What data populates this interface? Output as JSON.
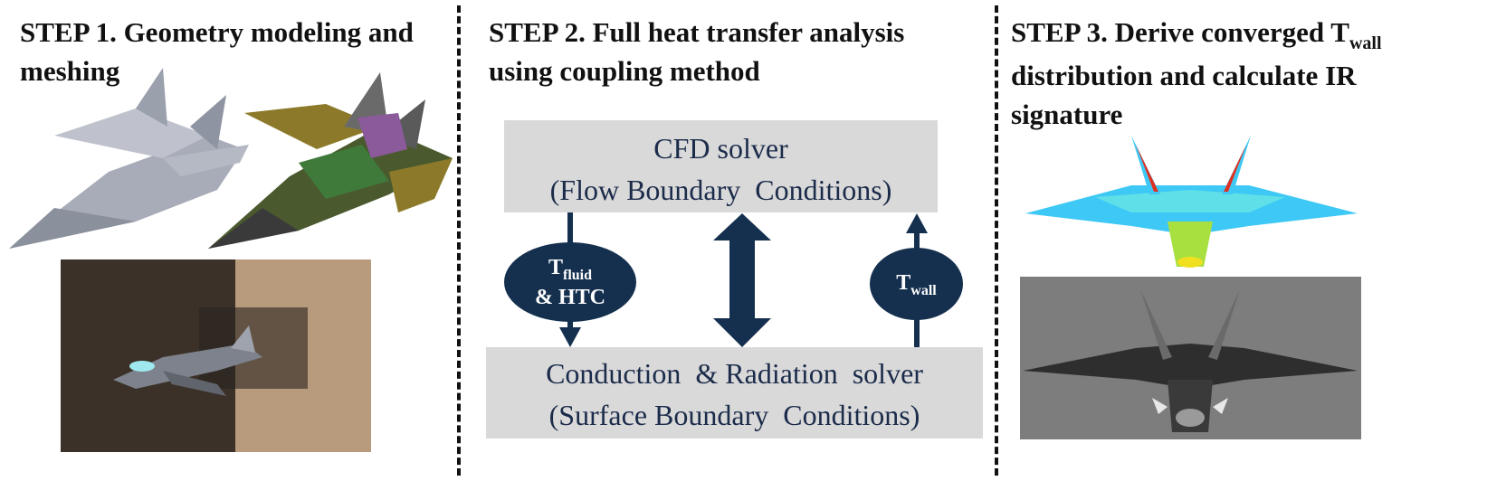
{
  "step1": {
    "title_line1": "STEP 1. Geometry modeling and",
    "title_line2": "meshing"
  },
  "step2": {
    "title_line1": "STEP 2. Full heat transfer analysis",
    "title_line2": "using coupling method",
    "cfd_box": {
      "line1": "CFD solver",
      "line2": "(Flow Boundary  Conditions)"
    },
    "conduction_box": {
      "line1": "Conduction  & Radiation  solver",
      "line2": "(Surface Boundary  Conditions)"
    },
    "left_ellipse": {
      "t_main": "T",
      "t_sub": "fluid",
      "line2": "& HTC"
    },
    "right_ellipse": {
      "t_main": "T",
      "t_sub": "wall"
    }
  },
  "step3": {
    "title_line1_main": "STEP 3. Derive converged T",
    "title_line1_sub": "wall",
    "title_line2": "distribution and calculate IR",
    "title_line3": "signature"
  },
  "colors": {
    "navy": "#15304f",
    "box_gray": "#d9d9d9",
    "text_navy": "#1b2b4a"
  }
}
